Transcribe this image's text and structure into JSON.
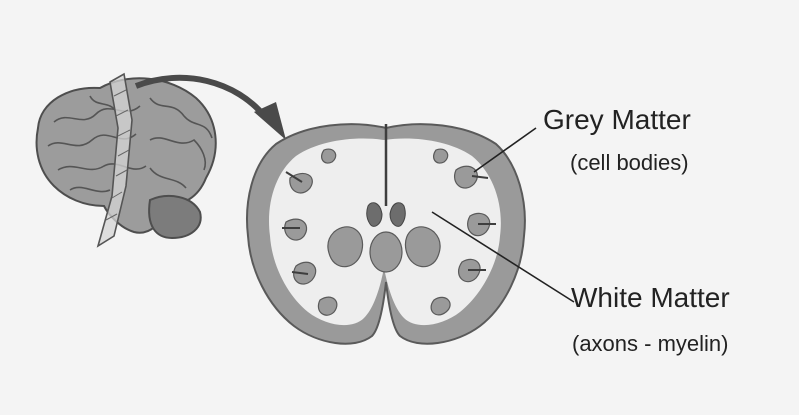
{
  "labels": {
    "grey_matter": {
      "title": "Grey Matter",
      "subtitle": "(cell bodies)"
    },
    "white_matter": {
      "title": "White Matter",
      "subtitle": "(axons - myelin)"
    }
  },
  "colors": {
    "background": "#f4f4f4",
    "grey_matter": "#9a9a9a",
    "white_matter": "#eeeeee",
    "ventricle": "#6d6d6d",
    "whole_brain": "#9c9c9c",
    "arrow": "#4a4a4a",
    "text": "#222222"
  },
  "icons": {
    "whole_brain": "brain-side-view-icon",
    "cut_plane": "coronal-slice-plane-icon",
    "arrow": "curved-arrow-icon",
    "section": "brain-coronal-section-icon"
  }
}
